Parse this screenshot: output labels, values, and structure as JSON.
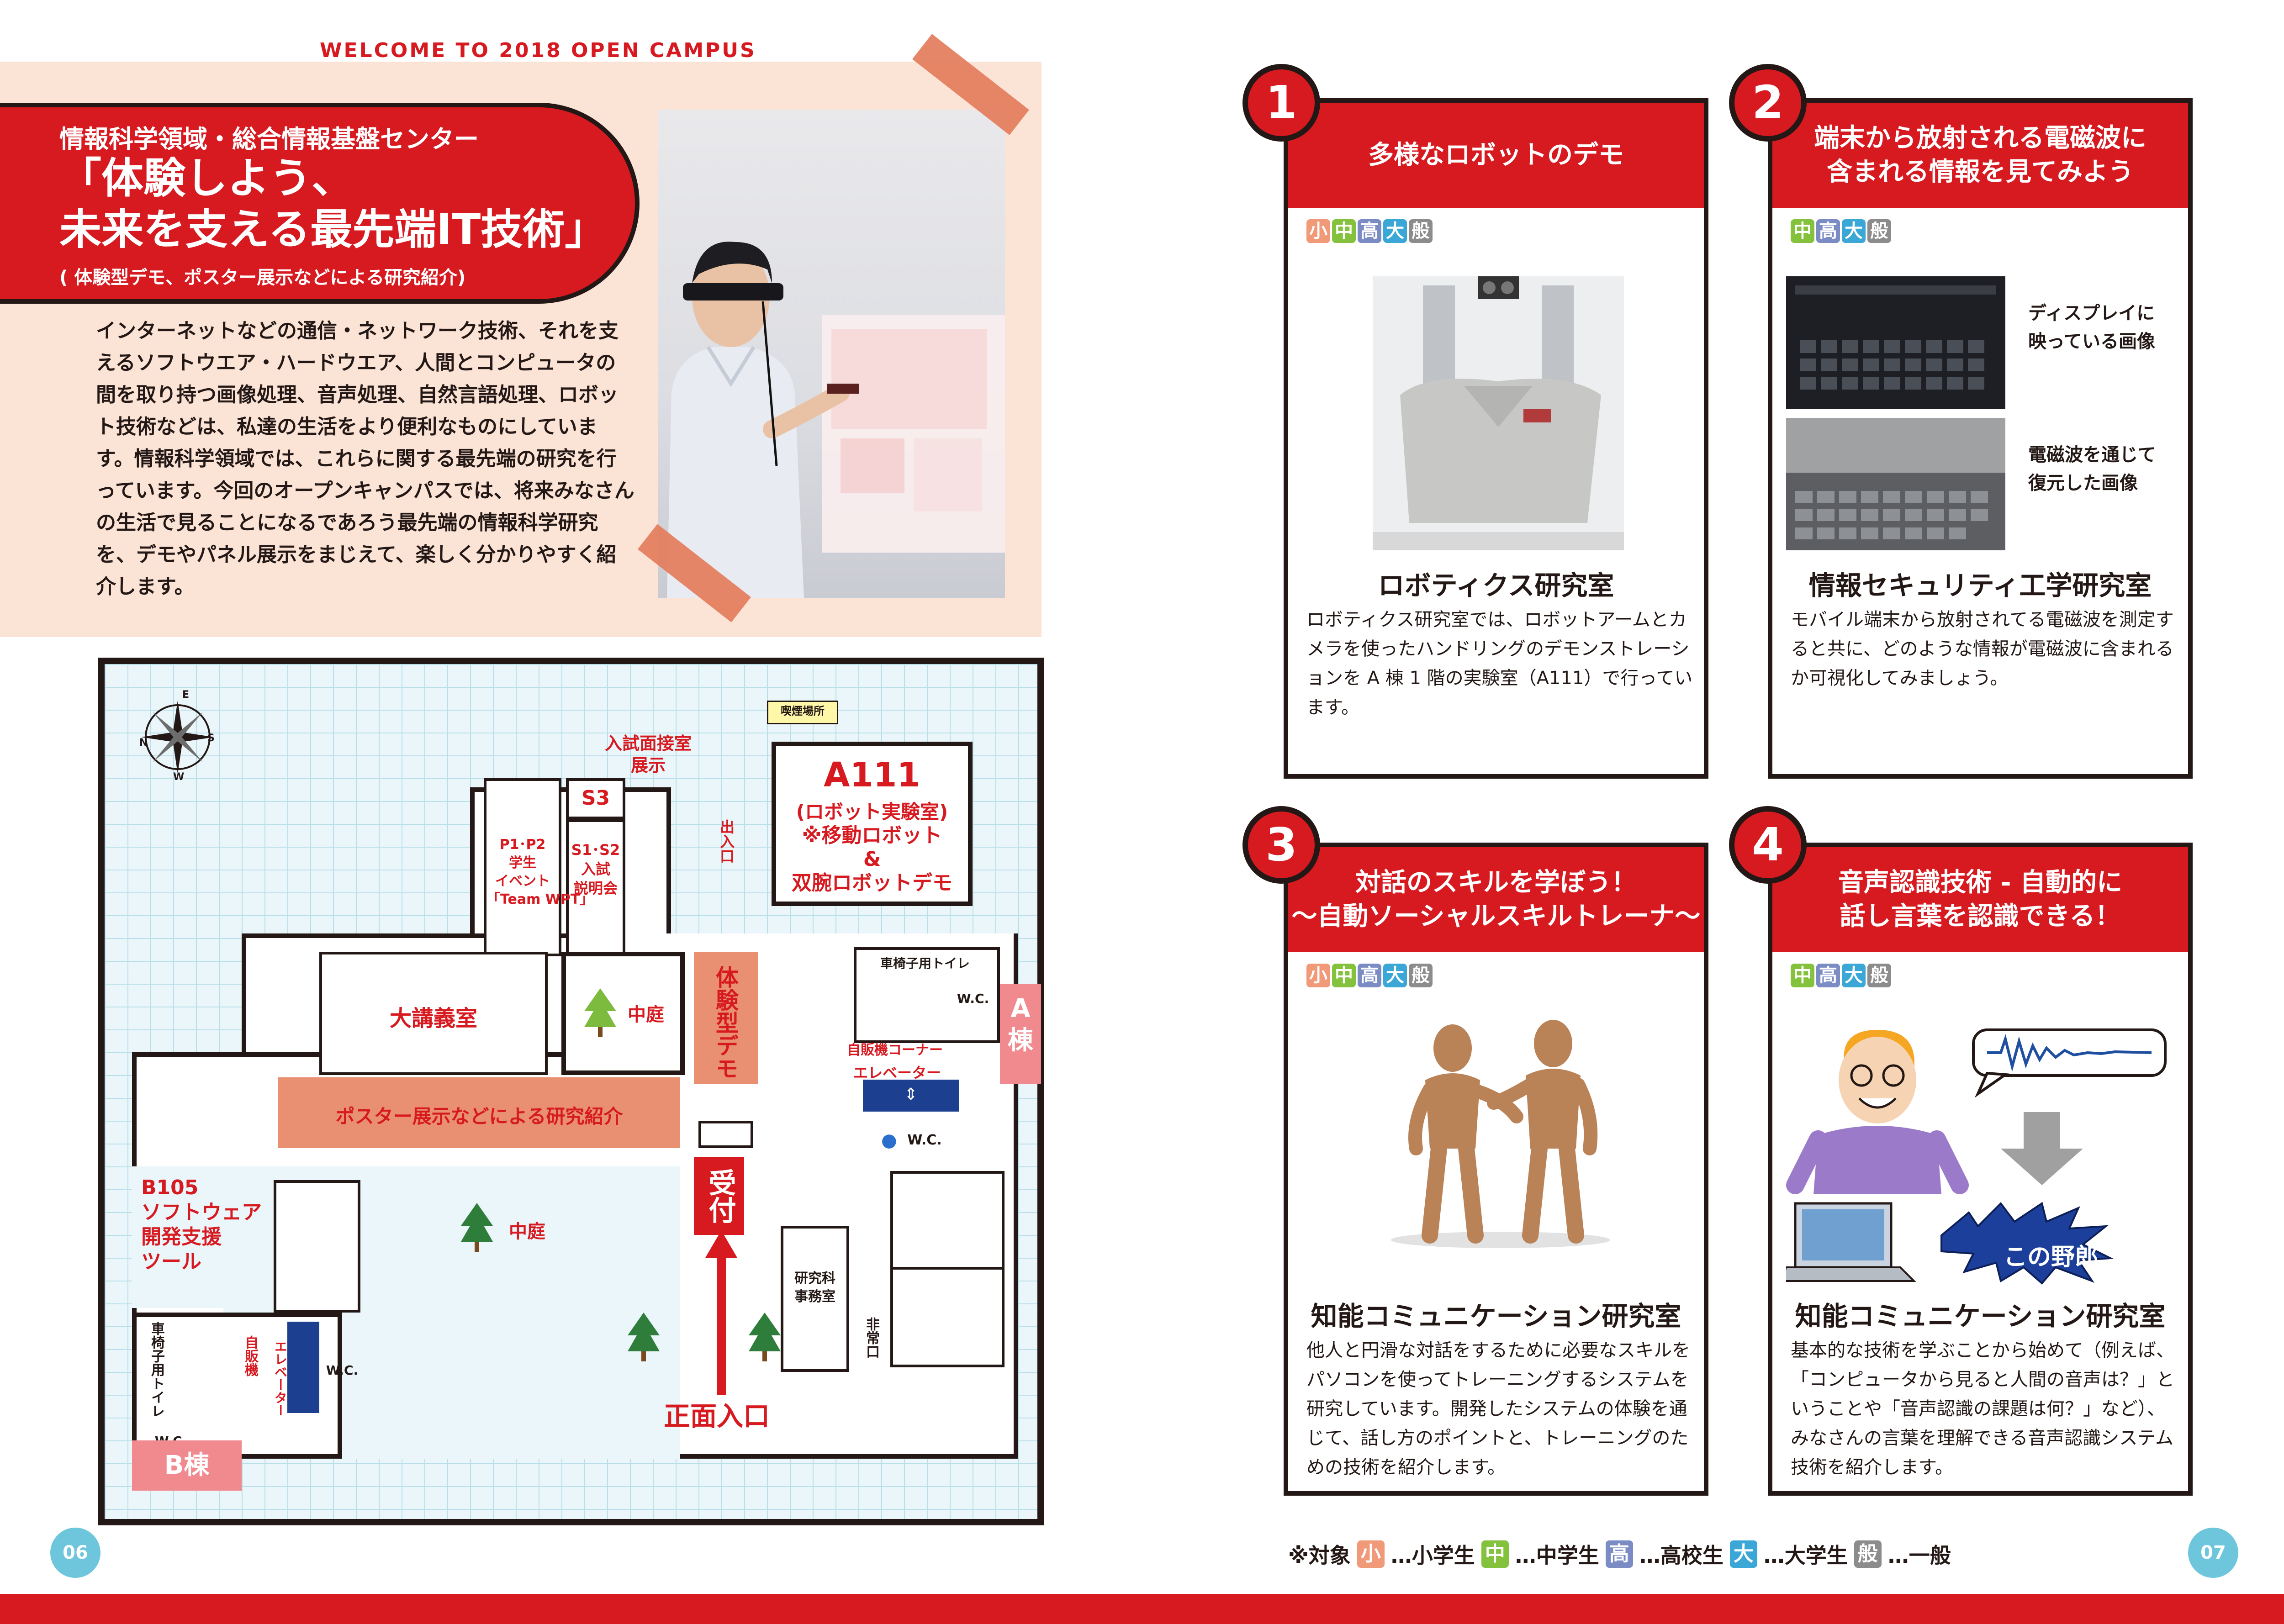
{
  "header": "WELCOME TO 2018 OPEN CAMPUS",
  "intro": {
    "department": "情報科学領域・総合情報基盤センター",
    "title": "「体験しよう、\n未来を支える最先端IT技術」",
    "subtitle": "( 体験型デモ、ポスター展示などによる研究紹介)",
    "body": "インターネットなどの通信・ネットワーク技術、それを支えるソフトウエア・ハードウエア、人間とコンピュータの間を取り持つ画像処理、音声処理、自然言語処理、ロボット技術などは、私達の生活をより便利なものにしています。情報科学領域では、これらに関する最先端の研究を行っています。今回のオープンキャンパスでは、将来みなさんの生活で見ることになるであろう最先端の情報科学研究を、デモやパネル展示をまじえて、楽しく分かりやすく紹介します。"
  },
  "map": {
    "compass": {
      "n": "N",
      "e": "E",
      "s": "S",
      "w": "W"
    },
    "smoking": "喫煙場所",
    "interview": "入試面接室\n展示",
    "a111_title": "A111",
    "a111_sub": "(ロボット実験室)",
    "a111_items": "※移動ロボット\n&\n双腕ロボットデモ",
    "s3": "S3",
    "s1s2": "S1･S2\n入試\n説明会",
    "p1p2": "P1･P2\n学生\nイベント\n「Team WPT」",
    "exit": "出入口",
    "wheelchair_toilet": "車椅子用トイレ",
    "wc": "W.C.",
    "vending_corner": "自販機コーナー",
    "elevator": "エレベーター",
    "a_building": "A\n棟",
    "lecture_hall": "大講義室",
    "courtyard": "中庭",
    "demo": "体験型デモ",
    "poster": "ポスター展示などによる研究紹介",
    "reception": "受付",
    "b105": "B105\nソフトウェア\n開発支援\nツール",
    "courtyard2": "中庭",
    "graduate_office": "研究科\n事務室",
    "emergency_exit": "非常口",
    "main_entrance": "正面入口",
    "b_building": "B棟",
    "wheelchair_toilet_b": "車椅子用トイレ",
    "vending_b": "自販機",
    "elevator_b": "エレベーター",
    "wc_b1": "W.C.",
    "wc_b2": "W.C."
  },
  "cards": [
    {
      "num": "1",
      "title": "多様なロボットのデモ",
      "badges": [
        "小",
        "中",
        "高",
        "大",
        "般"
      ],
      "lab": "ロボティクス研究室",
      "desc": "ロボティクス研究室では、ロボットアームとカメラを使ったハンドリングのデモンストレーションを A 棟 1 階の実験室（A111）で行っています。"
    },
    {
      "num": "2",
      "title": "端末から放射される電磁波に\n含まれる情報を見てみよう",
      "badges": [
        "中",
        "高",
        "大",
        "般"
      ],
      "lab": "情報セキュリティ工学研究室",
      "desc": "モバイル端末から放射されてる電磁波を測定すると共に、どのような情報が電磁波に含まれるか可視化してみましょう。",
      "cap1": "ディスプレイに\n映っている画像",
      "cap2": "電磁波を通じて\n復元した画像"
    },
    {
      "num": "3",
      "title": "対話のスキルを学ぼう！\n〜自動ソーシャルスキルトレーナ〜",
      "badges": [
        "小",
        "中",
        "高",
        "大",
        "般"
      ],
      "lab": "知能コミュニケーション研究室",
      "desc": "他人と円滑な対話をするために必要なスキルをパソコンを使ってトレーニングするシステムを研究しています。開発したシステムの体験を通じて、話し方のポイントと、トレーニングのための技術を紹介します。"
    },
    {
      "num": "4",
      "title": "音声認識技術 - 自動的に\n話し言葉を認識できる！",
      "badges": [
        "中",
        "高",
        "大",
        "般"
      ],
      "lab": "知能コミュニケーション研究室",
      "desc": "基本的な技術を学ぶことから始めて（例えば、「コンピュータから見ると人間の音声は？」ということや「音声認識の課題は何？」など）、みなさんの言葉を理解できる音声認識システム技術を紹介します。",
      "bubble": "この野郎"
    }
  ],
  "legend": {
    "prefix": "※対象",
    "items": [
      {
        "badge": "小",
        "label": "…小学生"
      },
      {
        "badge": "中",
        "label": "…中学生"
      },
      {
        "badge": "高",
        "label": "…高校生"
      },
      {
        "badge": "大",
        "label": "…大学生"
      },
      {
        "badge": "般",
        "label": "…一般"
      }
    ]
  },
  "pages": {
    "left": "06",
    "right": "07"
  },
  "colors": {
    "primary": "#d71920",
    "accent": "#e89071",
    "peach": "#fbe3d6",
    "teal": "#6ec6dd"
  }
}
